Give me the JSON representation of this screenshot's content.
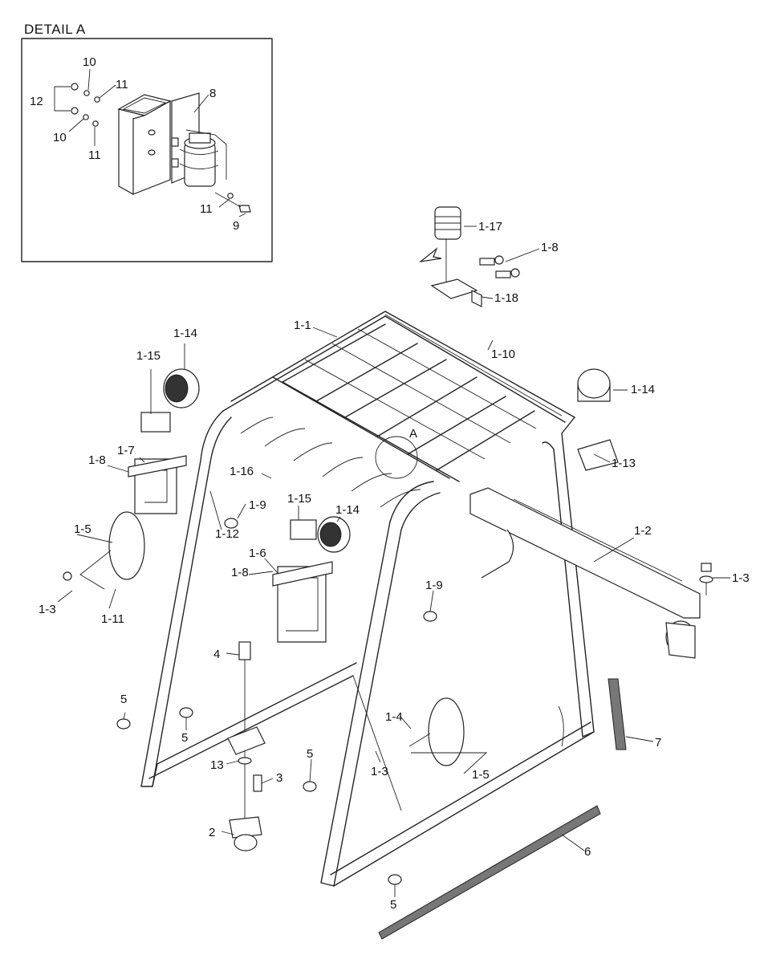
{
  "detail": {
    "title": "DETAIL  A",
    "callouts": [
      "10",
      "11",
      "12",
      "10",
      "11",
      "8",
      "11",
      "9"
    ]
  },
  "main": {
    "section_marker": "A",
    "callouts": [
      "1-17",
      "1-8",
      "1-18",
      "1-1",
      "1-10",
      "1-14",
      "1-15",
      "1-14",
      "1-13",
      "1-7",
      "1-8",
      "1-16",
      "1-9",
      "1-12",
      "1-5",
      "1-15",
      "1-14",
      "1-2",
      "1-6",
      "1-8",
      "1-9",
      "1-3",
      "1-3",
      "1-11",
      "4",
      "5",
      "5",
      "13",
      "3",
      "5",
      "1-4",
      "1-3",
      "1-5",
      "7",
      "2",
      "6",
      "5"
    ]
  }
}
